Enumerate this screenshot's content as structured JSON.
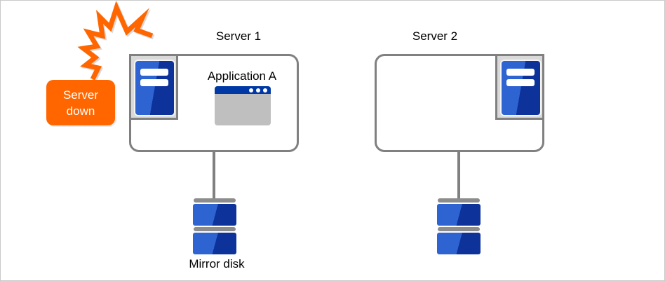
{
  "figure": {
    "description": "Server failover diagram: Server 1 down, Application A, mirrored disks",
    "colors": {
      "alert_orange": "#FF6600",
      "server_blue_light": "#2E63D2",
      "server_blue_dark": "#0D339B",
      "titlebar_blue": "#0039A6",
      "window_gray": "#BFBFBF",
      "box_border_gray": "#808080",
      "holder_gray": "#D9D9D9",
      "disk_cap_gray": "#8C8C8C"
    },
    "icons": {
      "crash": "crash-bolt-icon",
      "server": "server-tower-icon",
      "application": "app-window-icon",
      "disk": "mirror-disk-icon"
    }
  },
  "alert": {
    "line1": "Server",
    "line2": "down"
  },
  "servers": [
    {
      "title": "Server 1",
      "app": {
        "label": "Application A"
      },
      "disk": {
        "label": "Mirror disk"
      }
    },
    {
      "title": "Server 2",
      "disk": {
        "label": ""
      }
    }
  ]
}
